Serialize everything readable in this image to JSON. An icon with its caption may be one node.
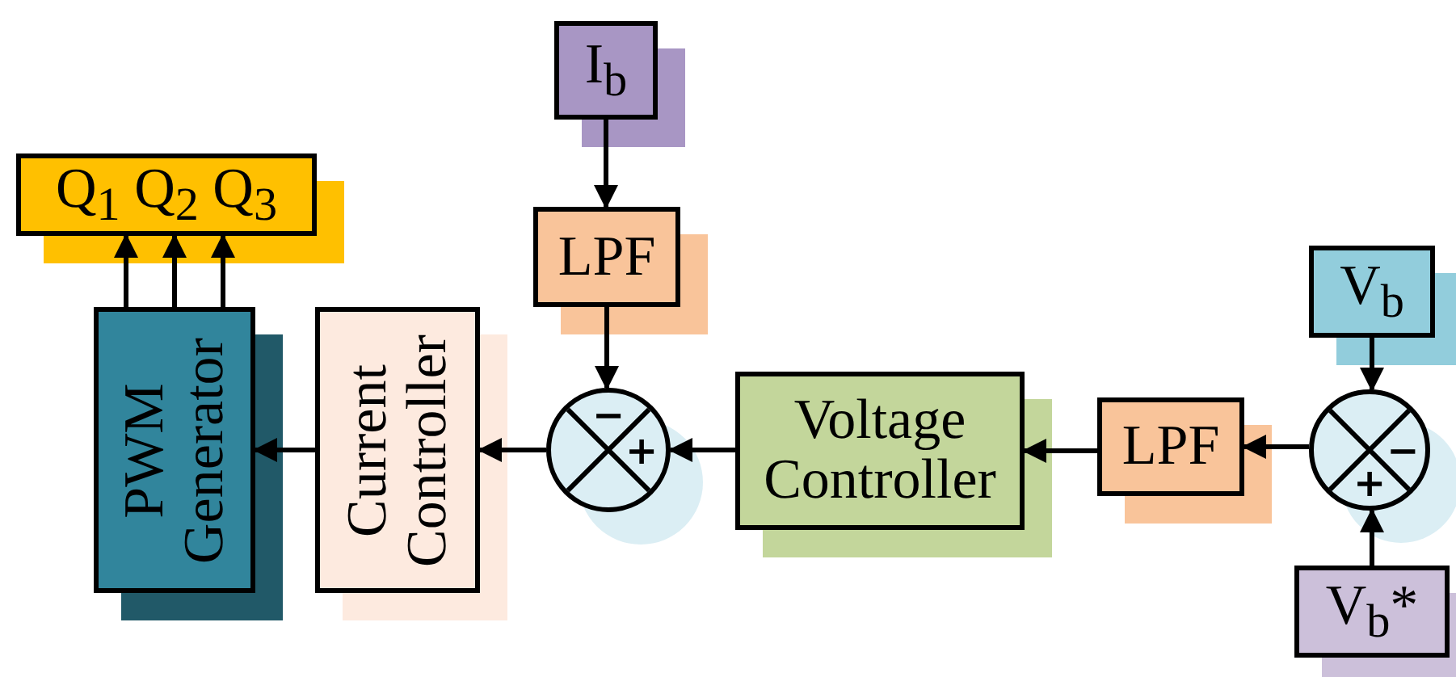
{
  "diagram": {
    "nodes": [
      {
        "text": [
          "Q$_{1}$ Q$_{2}$ Q$_{3}$"
        ]
      },
      {
        "text": [
          "PWM Generator"
        ]
      },
      {
        "text": [
          "Current Controller"
        ]
      },
      {
        "text": [
          "I$_{b}$"
        ]
      },
      {
        "text": [
          "LPF"
        ]
      },
      {
        "text": [
          "−",
          "+"
        ]
      },
      {
        "text": [
          "Voltage Controller"
        ]
      },
      {
        "text": [
          "LPF"
        ]
      },
      {
        "text": [
          "−",
          "+"
        ]
      },
      {
        "text": [
          "V$_{b}$"
        ]
      },
      {
        "text": [
          "V$_{b}$*"
        ]
      }
    ],
    "edges": [
      {
        "from": 3,
        "to": 4,
        "arrow": "to"
      },
      {
        "from": 4,
        "to": 5,
        "arrow": "to"
      },
      {
        "from": 6,
        "to": 5,
        "arrow": "to"
      },
      {
        "from": 5,
        "to": 2,
        "arrow": "to"
      },
      {
        "from": 2,
        "to": 1,
        "arrow": "to"
      },
      {
        "from": 1,
        "to": 0,
        "arrow": "to"
      },
      {
        "from": 1,
        "to": 0,
        "arrow": "to"
      },
      {
        "from": 1,
        "to": 0,
        "arrow": "to"
      },
      {
        "from": 9,
        "to": 8,
        "arrow": "to"
      },
      {
        "from": 10,
        "to": 8,
        "arrow": "to"
      },
      {
        "from": 8,
        "to": 7,
        "arrow": "to"
      },
      {
        "from": 7,
        "to": 6,
        "arrow": "to"
      }
    ]
  }
}
